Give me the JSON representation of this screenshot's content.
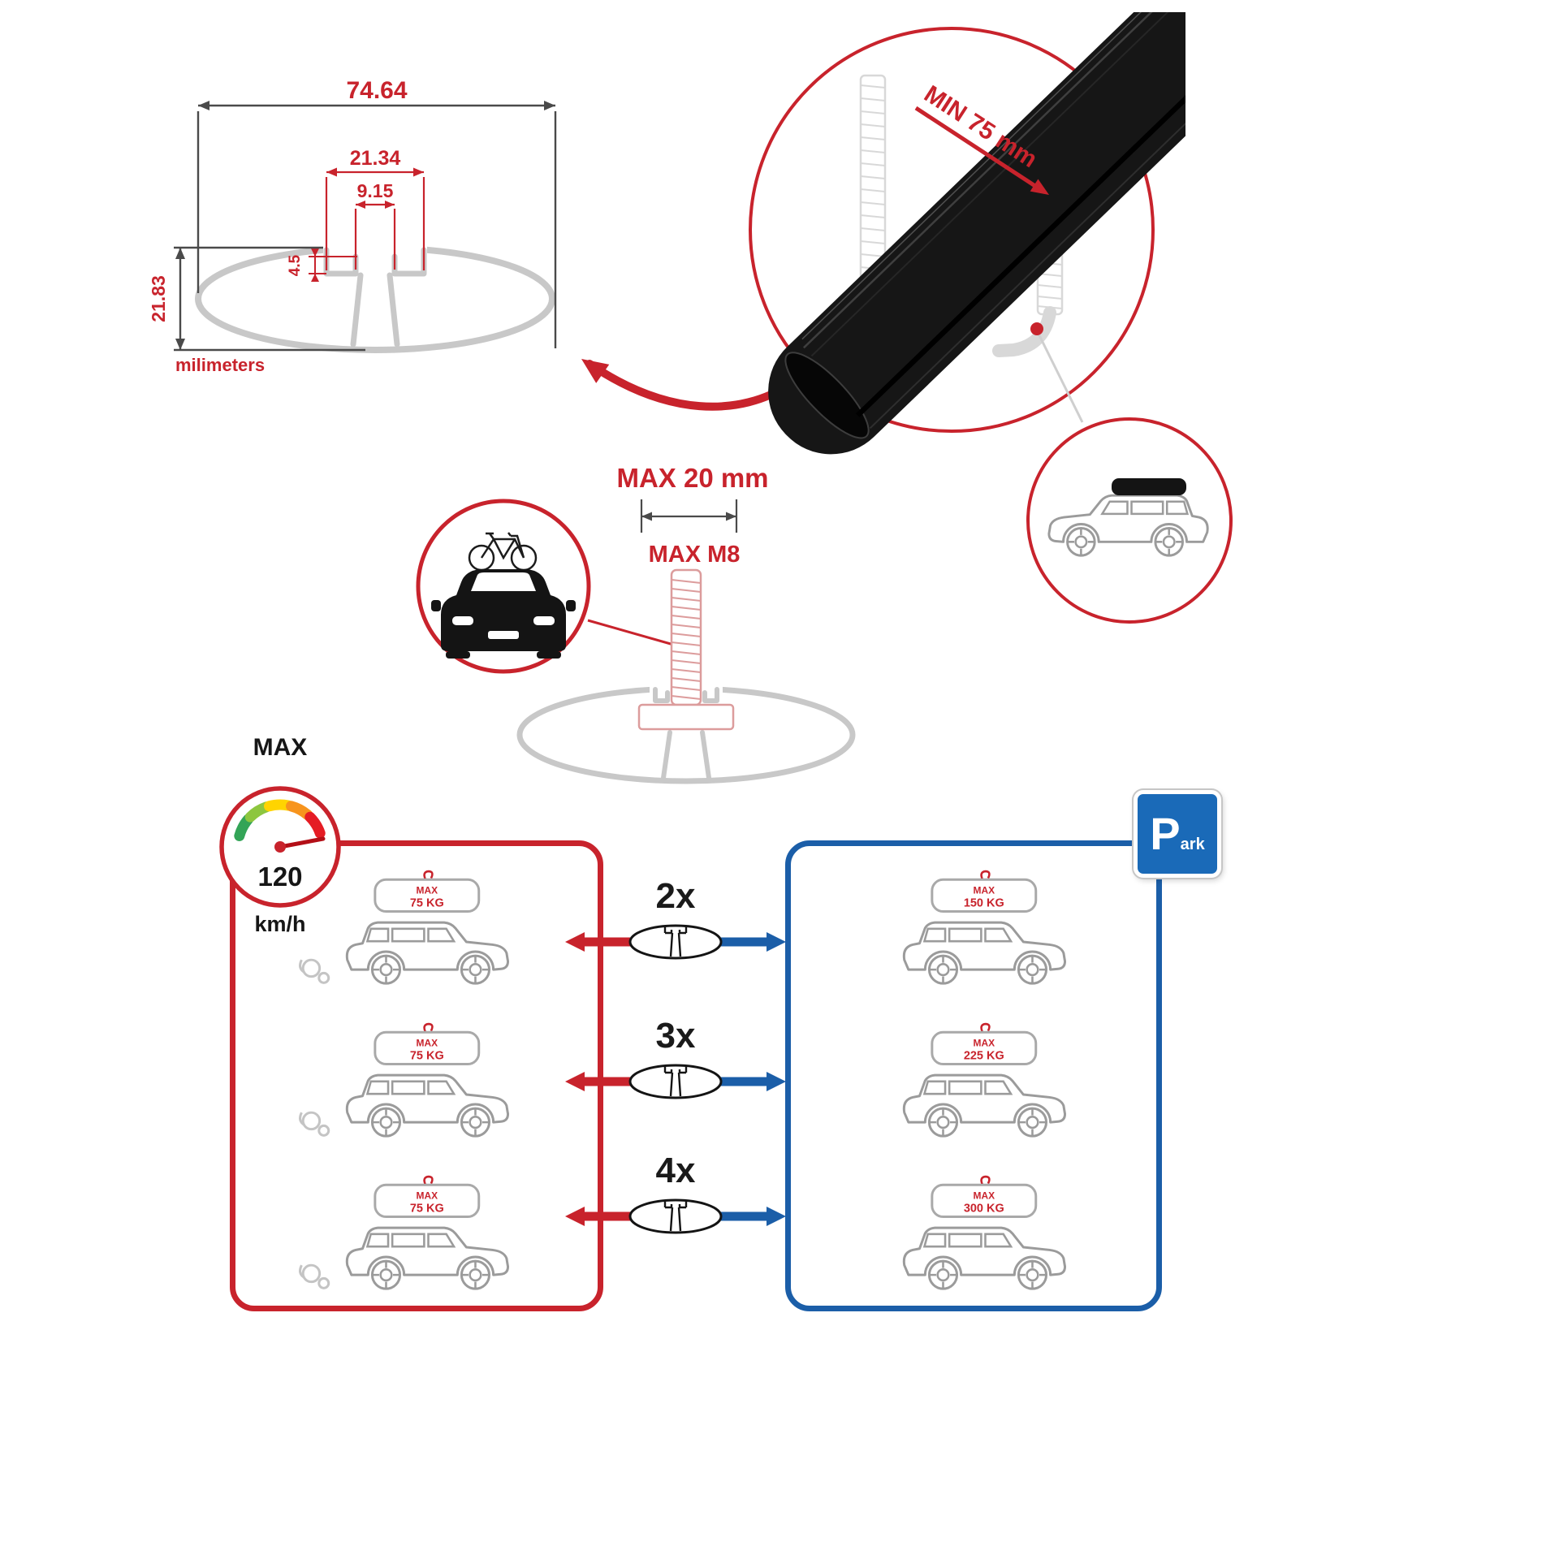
{
  "colors": {
    "accent_red": "#c8232c",
    "accent_blue": "#1b5ea8",
    "profile_gray": "#c8c8c8",
    "bar_black": "#161616"
  },
  "profile": {
    "total_width": "74.64",
    "slot_outer_width": "21.34",
    "slot_opening": "9.15",
    "lip_depth": "4.5",
    "total_height": "21.83",
    "units": "milimeters"
  },
  "clamp": {
    "min_clearance": "MIN 75 mm"
  },
  "bolt": {
    "max_plate_width": "MAX 20 mm",
    "max_thread": "MAX M8"
  },
  "speed": {
    "label": "MAX",
    "value": "120",
    "units": "km/h"
  },
  "moving": {
    "cars": [
      {
        "max_label": "MAX",
        "load": "75 KG"
      },
      {
        "max_label": "MAX",
        "load": "75 KG"
      },
      {
        "max_label": "MAX",
        "load": "75 KG"
      }
    ]
  },
  "parked": {
    "cars": [
      {
        "max_label": "MAX",
        "load": "150 KG"
      },
      {
        "max_label": "MAX",
        "load": "225 KG"
      },
      {
        "max_label": "MAX",
        "load": "300 KG"
      }
    ]
  },
  "bar_counts": [
    {
      "label": "2x"
    },
    {
      "label": "3x"
    },
    {
      "label": "4x"
    }
  ],
  "park": {
    "letter": "P",
    "suffix": "ark"
  }
}
